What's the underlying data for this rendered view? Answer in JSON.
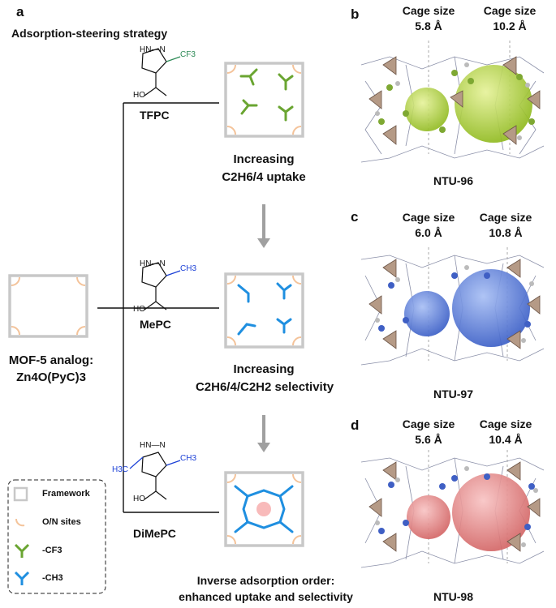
{
  "panel_a": {
    "letter": "a",
    "strategy_title": "Adsorption-steering strategy",
    "mof5_line1": "MOF-5 analog:",
    "mof5_line2": "Zn4O(PyC)3",
    "ligands": [
      {
        "label": "TFPC",
        "substituent": "CF3",
        "substituent2": "",
        "acid": "HO",
        "nh": "HN—N"
      },
      {
        "label": "MePC",
        "substituent": "CH3",
        "substituent2": "",
        "acid": "HO",
        "nh": "HN—N"
      },
      {
        "label": "DiMePC",
        "substituent": "CH3",
        "substituent2": "H3C",
        "acid": "HO",
        "nh": "HN—N"
      }
    ],
    "results": [
      {
        "line1": "Increasing",
        "line2": "C2H6/4 uptake"
      },
      {
        "line1": "Increasing",
        "line2": "C2H6/4/C2H2 selectivity"
      },
      {
        "line1": "Inverse adsorption order:",
        "line2": "enhanced uptake and selectivity"
      }
    ],
    "legend": [
      {
        "label": "Framework",
        "icon": "framework-square-icon"
      },
      {
        "label": "O/N sites",
        "icon": "site-arc-icon"
      },
      {
        "label": "-CF3",
        "icon": "cf3-branch-icon"
      },
      {
        "label": "-CH3",
        "icon": "ch3-branch-icon"
      }
    ]
  },
  "panels_right": [
    {
      "letter": "b",
      "cage1_label": "Cage size",
      "cage1_value": "5.8 Å",
      "cage2_label": "Cage size",
      "cage2_value": "10.2 Å",
      "name": "NTU-96",
      "sphere_color": "#a8cc3c"
    },
    {
      "letter": "c",
      "cage1_label": "Cage size",
      "cage1_value": "6.0 Å",
      "cage2_label": "Cage size",
      "cage2_value": "10.8 Å",
      "name": "NTU-97",
      "sphere_color": "#5577d4"
    },
    {
      "letter": "d",
      "cage1_label": "Cage size",
      "cage1_value": "5.6 Å",
      "cage2_label": "Cage size",
      "cage2_value": "10.4 Å",
      "name": "NTU-98",
      "sphere_color": "#e37c7c"
    }
  ],
  "colors": {
    "framework": "#c8c8c8",
    "site": "#f4c39a",
    "cf3": "#6aa531",
    "ch3": "#1f8fe0",
    "arrow": "#a0a0a0",
    "tetra": "#b59a86"
  }
}
